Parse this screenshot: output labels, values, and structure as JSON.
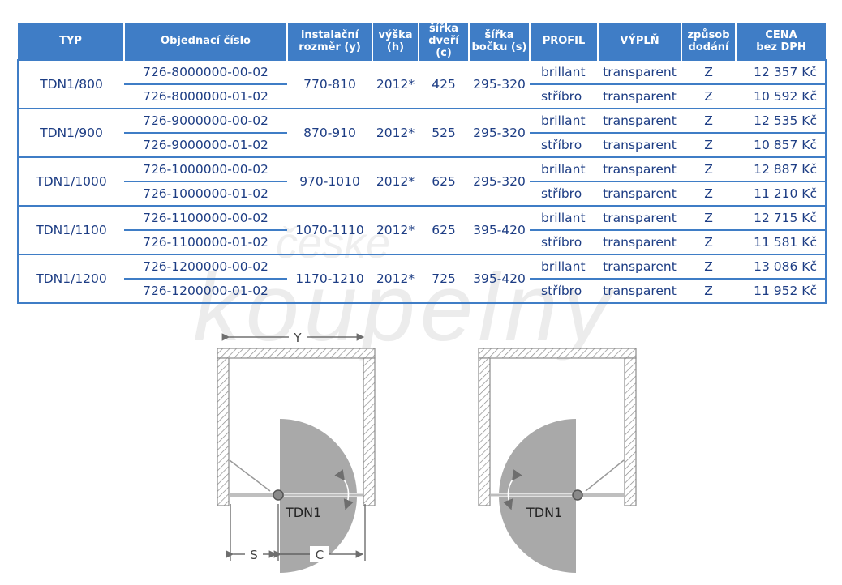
{
  "watermark": {
    "line1": "české",
    "line2": "koupelny"
  },
  "table": {
    "headers": {
      "typ": "TYP",
      "order_number": "Objednací číslo",
      "install_size": [
        "instalační",
        "rozměr (y)"
      ],
      "height": [
        "výška",
        "(h)"
      ],
      "door_width": [
        "šířka",
        "dveří (c)"
      ],
      "side_width": [
        "šířka",
        "bočku (s)"
      ],
      "profile": "PROFIL",
      "fill": "VÝPLŇ",
      "delivery": [
        "způsob",
        "dodání"
      ],
      "price": [
        "CENA",
        "bez DPH"
      ]
    },
    "groups": [
      {
        "typ": "TDN1/800",
        "install_size": "770-810",
        "height": "2012*",
        "door_width": "425",
        "side_width": "295-320",
        "variants": [
          {
            "order": "726-8000000-00-02",
            "profile": "brillant",
            "fill": "transparent",
            "delivery": "Z",
            "price": "12 357 Kč"
          },
          {
            "order": "726-8000000-01-02",
            "profile": "stříbro",
            "fill": "transparent",
            "delivery": "Z",
            "price": "10 592 Kč"
          }
        ]
      },
      {
        "typ": "TDN1/900",
        "install_size": "870-910",
        "height": "2012*",
        "door_width": "525",
        "side_width": "295-320",
        "variants": [
          {
            "order": "726-9000000-00-02",
            "profile": "brillant",
            "fill": "transparent",
            "delivery": "Z",
            "price": "12 535 Kč"
          },
          {
            "order": "726-9000000-01-02",
            "profile": "stříbro",
            "fill": "transparent",
            "delivery": "Z",
            "price": "10 857 Kč"
          }
        ]
      },
      {
        "typ": "TDN1/1000",
        "install_size": "970-1010",
        "height": "2012*",
        "door_width": "625",
        "side_width": "295-320",
        "variants": [
          {
            "order": "726-1000000-00-02",
            "profile": "brillant",
            "fill": "transparent",
            "delivery": "Z",
            "price": "12 887 Kč"
          },
          {
            "order": "726-1000000-01-02",
            "profile": "stříbro",
            "fill": "transparent",
            "delivery": "Z",
            "price": "11 210 Kč"
          }
        ]
      },
      {
        "typ": "TDN1/1100",
        "install_size": "1070-1110",
        "height": "2012*",
        "door_width": "625",
        "side_width": "395-420",
        "variants": [
          {
            "order": "726-1100000-00-02",
            "profile": "brillant",
            "fill": "transparent",
            "delivery": "Z",
            "price": "12 715 Kč"
          },
          {
            "order": "726-1100000-01-02",
            "profile": "stříbro",
            "fill": "transparent",
            "delivery": "Z",
            "price": "11 581 Kč"
          }
        ]
      },
      {
        "typ": "TDN1/1200",
        "install_size": "1170-1210",
        "height": "2012*",
        "door_width": "725",
        "side_width": "395-420",
        "variants": [
          {
            "order": "726-1200000-00-02",
            "profile": "brillant",
            "fill": "transparent",
            "delivery": "Z",
            "price": "13 086 Kč"
          },
          {
            "order": "726-1200000-01-02",
            "profile": "stříbro",
            "fill": "transparent",
            "delivery": "Z",
            "price": "11 952 Kč"
          }
        ]
      }
    ]
  },
  "diagram": {
    "left": {
      "width_label": "Y",
      "model_label": "TDN1",
      "side_label": "S",
      "door_label": "C"
    },
    "right": {
      "model_label": "TDN1"
    }
  },
  "colors": {
    "header_bg": "#3f7dc6",
    "text": "#1d3d84",
    "door_fill": "#a9a9a9",
    "wall_stroke": "#8c8c8c"
  }
}
